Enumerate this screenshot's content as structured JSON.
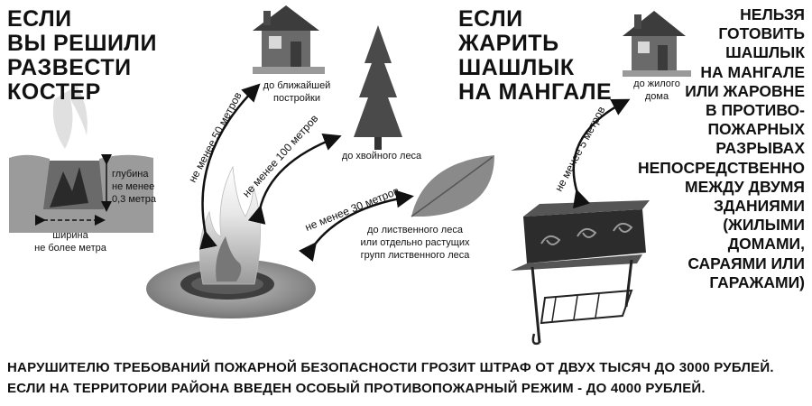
{
  "heading_fire": "ЕСЛИ\nВЫ РЕШИЛИ\nРАЗВЕСТИ\nКОСТЕР",
  "heading_grill": "ЕСЛИ\nЖАРИТЬ\nШАШЛЫК\nНА МАНГАЛЕ",
  "pit_depth_label": "глубина\nне менее\n0,3 метра",
  "pit_width_label": "ширина\nне более метра",
  "nearest_building_label": "до ближайшей\nпостройки",
  "conifer_forest_label": "до хвойного леса",
  "deciduous_forest_label": "до лиственного леса\nили отдельно растущих\nгрупп лиственного леса",
  "residential_house_label": "до жилого\nдома",
  "distance_50": "не менее 50 метров",
  "distance_100": "не менее 100 метров",
  "distance_30": "не менее 30 метров",
  "distance_5": "не менее 5 метров",
  "prohibition_text": "НЕЛЬЗЯ\nГОТОВИТЬ\nШАШЛЫК\nНА МАНГАЛЕ\nИЛИ ЖАРОВНЕ\nВ ПРОТИВО-\nПОЖАРНЫХ\nРАЗРЫВАХ\nНЕПОСРЕДСТВЕННО\nМЕЖДУ ДВУМЯ\nЗДАНИЯМИ\n(ЖИЛЫМИ\nДОМАМИ,\nСАРАЯМИ ИЛИ\nГАРАЖАМИ)",
  "fine_line_1": "НАРУШИТЕЛЮ ТРЕБОВАНИЙ ПОЖАРНОЙ БЕЗОПАСНОСТИ ГРОЗИТ ШТРАФ ОТ ДВУХ ТЫСЯЧ ДО 3000 РУБЛЕЙ.",
  "fine_line_2": "ЕСЛИ НА ТЕРРИТОРИИ РАЙОНА ВВЕДЕН ОСОБЫЙ ПРОТИВОПОЖАРНЫЙ РЕЖИМ - ДО 4000 РУБЛЕЙ."
}
